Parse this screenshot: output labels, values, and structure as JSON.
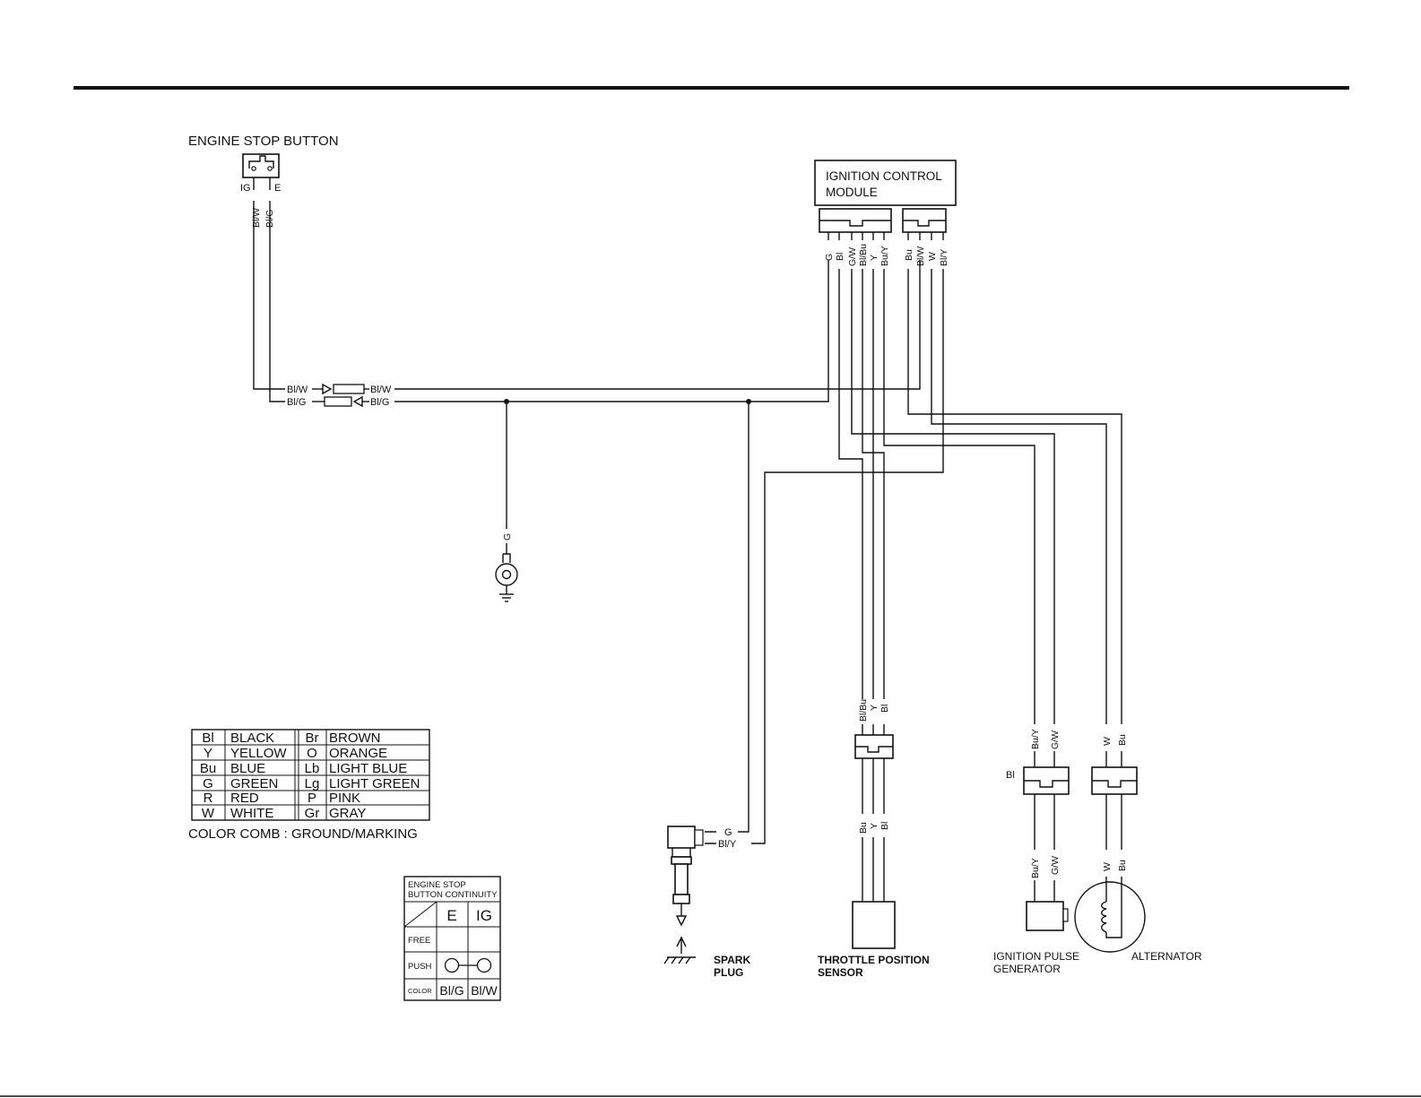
{
  "components": {
    "engine_stop_button": {
      "title": "ENGINE STOP BUTTON",
      "term_ig": "IG",
      "term_e": "E"
    },
    "icm": {
      "line1": "IGNITION CONTROL",
      "line2": "MODULE"
    },
    "spark_plug": {
      "line1": "SPARK",
      "line2": "PLUG"
    },
    "tps": {
      "line1": "THROTTLE POSITION",
      "line2": "SENSOR"
    },
    "ipg": {
      "line1": "IGNITION PULSE",
      "line2": "GENERATOR"
    },
    "alternator": {
      "label": "ALTERNATOR"
    }
  },
  "wire_labels": {
    "esb_bl_w": "Bl/W",
    "esb_bl_g": "Bl/G",
    "conn_left_bl_w": "Bl/W",
    "conn_left_bl_g": "Bl/G",
    "conn_right_bl_w": "Bl/W",
    "conn_right_bl_g": "Bl/G",
    "ground_g": "G",
    "icm_a": [
      "G",
      "Bl",
      "G/W",
      "Bl/Bu",
      "Y",
      "Bu/Y"
    ],
    "icm_b": [
      "Bu",
      "Bl/W",
      "W",
      "Bl/Y"
    ],
    "tps_top": [
      "Bl/Bu",
      "Y",
      "Bl"
    ],
    "tps_bottom": [
      "Bu",
      "Y",
      "Bl"
    ],
    "ipg_top": [
      "Bu/Y",
      "G/W"
    ],
    "ipg_bottom": [
      "Bu/Y",
      "G/W"
    ],
    "ipg_side": "Bl",
    "alt_top": [
      "W",
      "Bu"
    ],
    "alt_bottom": [
      "W",
      "Bu"
    ],
    "spark_g": "G",
    "spark_bl_y": "Bl/Y"
  },
  "color_table": {
    "rows": [
      [
        "Bl",
        "BLACK",
        "Br",
        "BROWN"
      ],
      [
        "Y",
        "YELLOW",
        "O",
        "ORANGE"
      ],
      [
        "Bu",
        "BLUE",
        "Lb",
        "LIGHT BLUE"
      ],
      [
        "G",
        "GREEN",
        "Lg",
        "LIGHT GREEN"
      ],
      [
        "R",
        "RED",
        "P",
        "PINK"
      ],
      [
        "W",
        "WHITE",
        "Gr",
        "GRAY"
      ]
    ],
    "caption": "COLOR COMB : GROUND/MARKING"
  },
  "continuity_table": {
    "title1": "ENGINE STOP",
    "title2": "BUTTON CONTINUITY",
    "col_e": "E",
    "col_ig": "IG",
    "row_free": "FREE",
    "row_push": "PUSH",
    "row_color": "COLOR",
    "color_e": "Bl/G",
    "color_ig": "Bl/W"
  }
}
